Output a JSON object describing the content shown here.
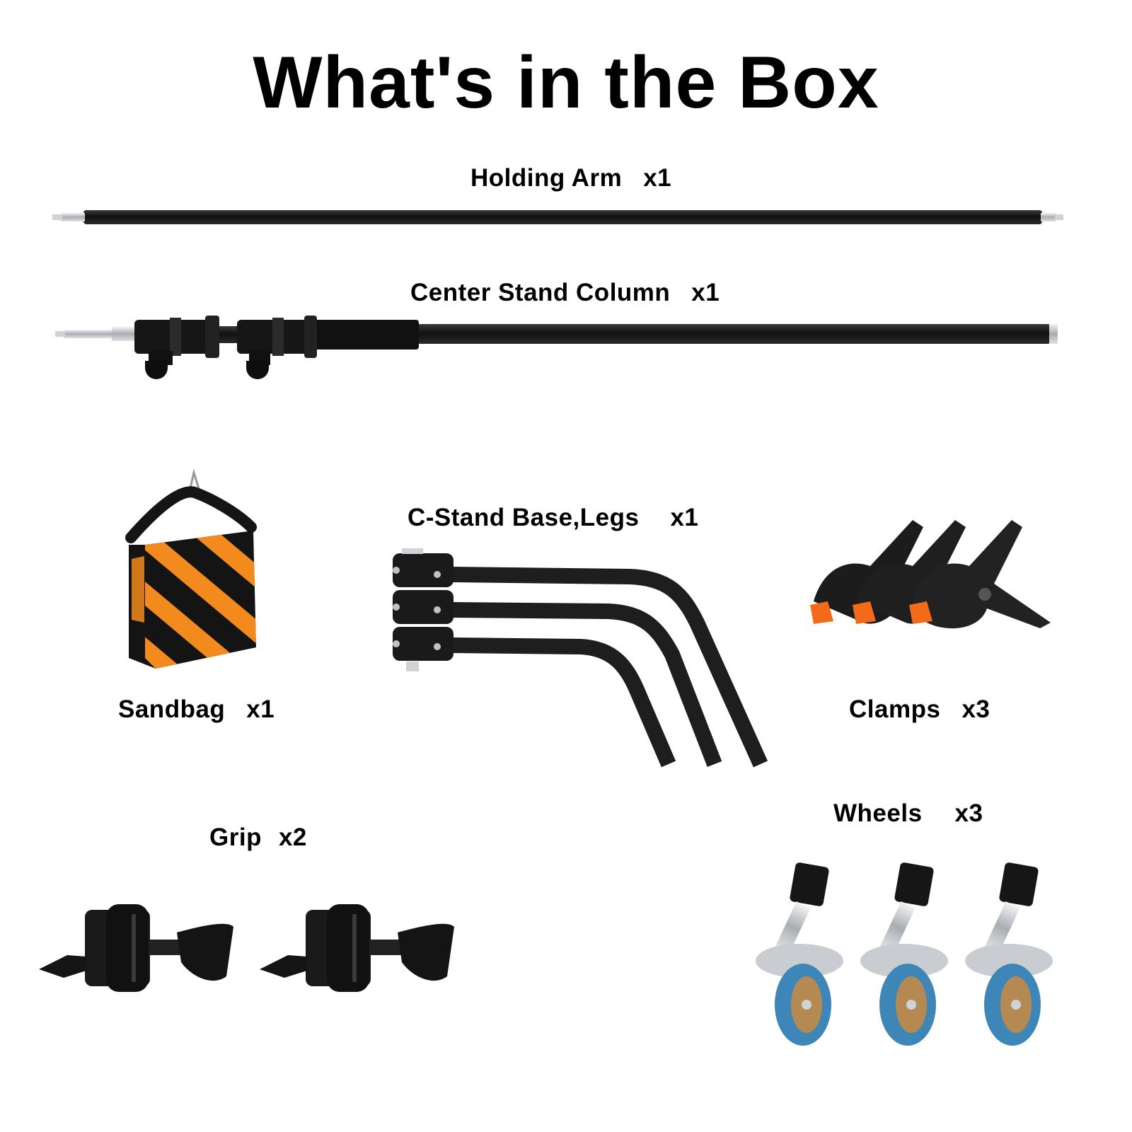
{
  "title": "What's in the Box",
  "items": {
    "holding_arm": {
      "name": "Holding Arm",
      "qty": "x1"
    },
    "center_column": {
      "name": "Center Stand Column",
      "qty": "x1"
    },
    "base_legs": {
      "name": "C-Stand Base,Legs",
      "qty": "x1"
    },
    "sandbag": {
      "name": "Sandbag",
      "qty": "x1"
    },
    "clamps": {
      "name": "Clamps",
      "qty": "x3"
    },
    "grip": {
      "name": "Grip",
      "qty": "x2"
    },
    "wheels": {
      "name": "Wheels",
      "qty": "x3"
    }
  },
  "colors": {
    "metal_black": "#1b1b1b",
    "silver": "#c9ccd0",
    "sandbag_orange": "#f28a1e",
    "clamp_orange": "#f36a1a",
    "wheel_blue": "#3f86b8",
    "wheel_rim": "#b58a52"
  }
}
